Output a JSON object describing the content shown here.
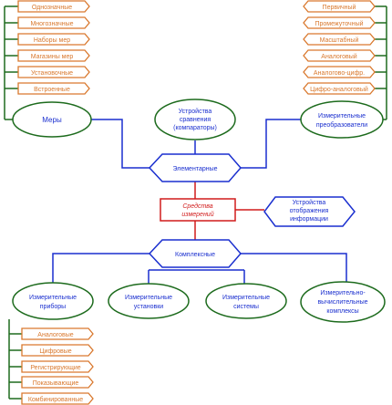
{
  "colors": {
    "blue": "#1a2fcf",
    "green": "#1d6b1d",
    "orange": "#d9782d",
    "red": "#d11b1b"
  },
  "center": {
    "label_line1": "Средства",
    "label_line2": "измерений"
  },
  "display_devices": {
    "line1": "Устройства",
    "line2": "отображения",
    "line3": "информации"
  },
  "elementary": {
    "label": "Элементарные"
  },
  "complex": {
    "label": "Комплексные"
  },
  "measures": {
    "label": "Меры",
    "items": [
      "Однозначные",
      "Многозначные",
      "Наборы мер",
      "Магазины мер",
      "Установочные",
      "Встроенные"
    ]
  },
  "comparators": {
    "line1": "Устройства",
    "line2": "сравнения",
    "line3": "(компараторы)"
  },
  "converters": {
    "line1": "Измерительные",
    "line2": "преобразователи",
    "items": [
      "Первичный",
      "Промежуточный",
      "Масштабный",
      "Аналоговый",
      "Аналогово-цифр.",
      "Цифро-аналоговый"
    ]
  },
  "instruments": {
    "line1": "Измерительные",
    "line2": "приборы",
    "items": [
      "Аналоговые",
      "Цифровые",
      "Регистрирующие",
      "Показывающие",
      "Комбинированные"
    ]
  },
  "installations": {
    "line1": "Измерительные",
    "line2": "установки"
  },
  "systems": {
    "line1": "Измерительные",
    "line2": "системы"
  },
  "computing": {
    "line1": "Измерительно-",
    "line2": "вычислительные",
    "line3": "комплексы"
  }
}
